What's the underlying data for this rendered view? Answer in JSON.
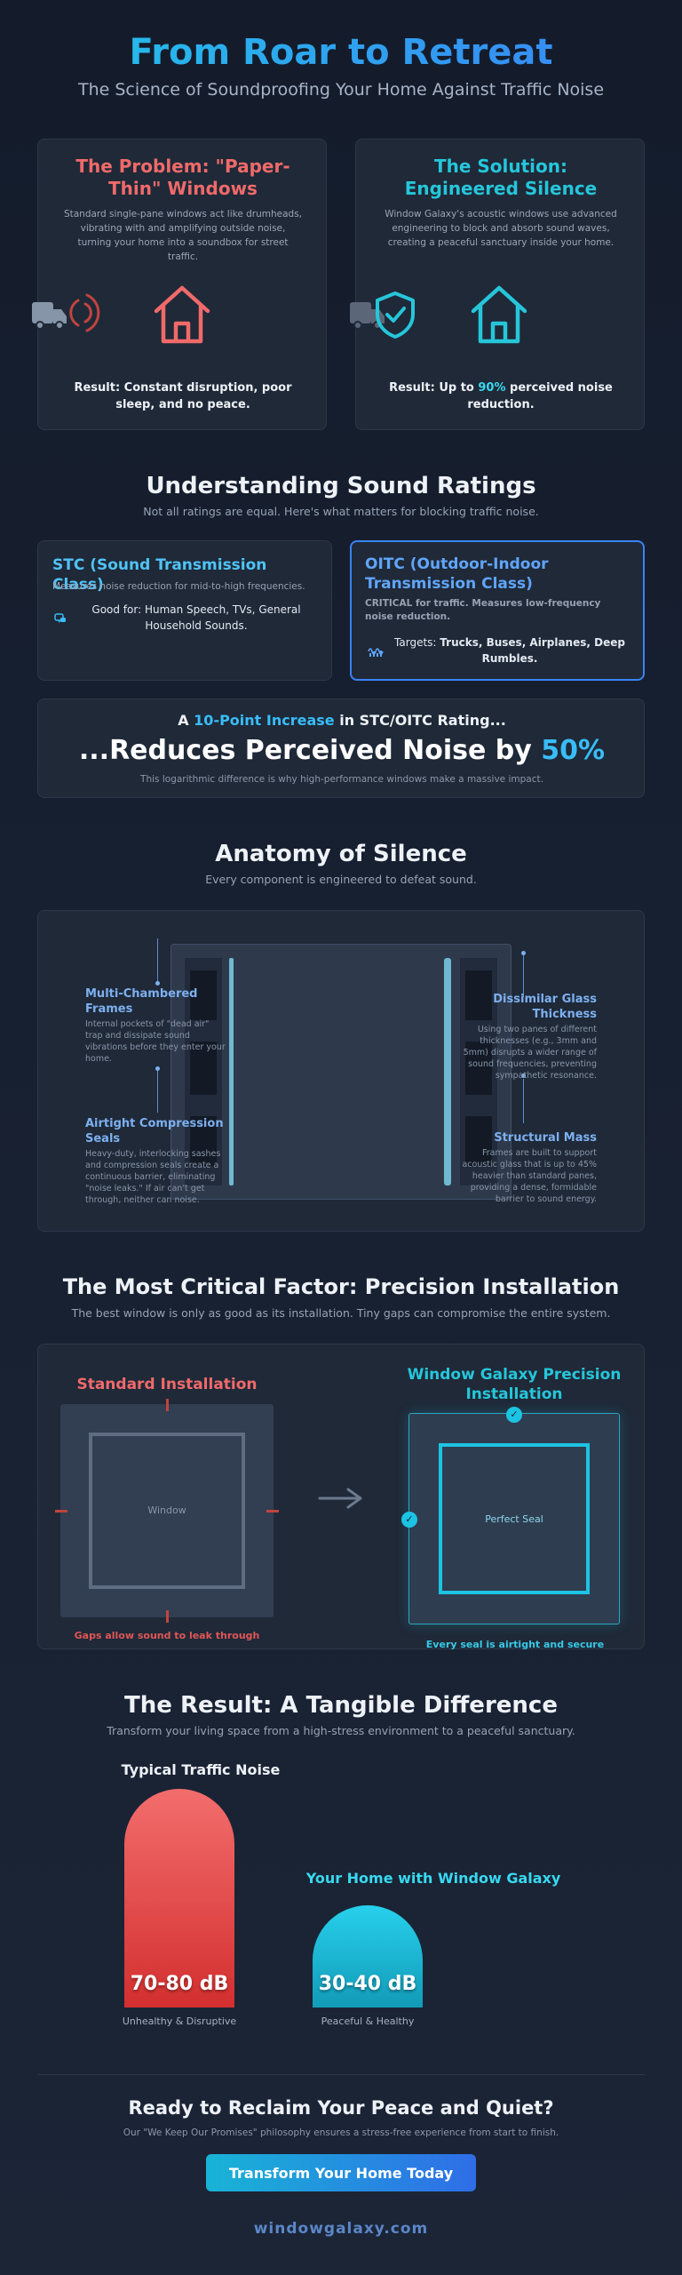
{
  "header": {
    "title": "From Roar to Retreat",
    "subtitle": "The Science of Soundproofing Your Home Against Traffic Noise"
  },
  "problem": {
    "title": "The Problem: \"Paper-Thin\" Windows",
    "description": "Standard single-pane windows act like drumheads, vibrating with and amplifying outside noise, turning your home into a soundbox for street traffic.",
    "result": "Result: Constant disruption, poor sleep, and no peace.",
    "icons": [
      "truck-icon",
      "sound-waves-icon",
      "house-icon"
    ]
  },
  "solution": {
    "title": "The Solution: Engineered Silence",
    "description": "Window Galaxy's acoustic windows use advanced engineering to block and absorb sound waves, creating a peaceful sanctuary inside your home.",
    "result_prefix": "Result: Up to",
    "result_highlight": "90%",
    "result_suffix": "perceived noise reduction.",
    "icons": [
      "truck-icon",
      "shield-check-icon",
      "house-icon"
    ]
  },
  "ratings": {
    "title": "Understanding Sound Ratings",
    "subtitle": "Not all ratings are equal. Here's what matters for blocking traffic noise.",
    "stc": {
      "title": "STC (Sound Transmission Class)",
      "description": "Measures noise reduction for mid-to-high frequencies.",
      "good_for_label": "Good for:",
      "good_for_value": "Human Speech, TVs, General Household Sounds.",
      "icon": "speech-icon"
    },
    "oitc": {
      "title": "OITC (Outdoor-Indoor Transmission Class)",
      "description": "CRITICAL for traffic. Measures low-frequency noise reduction.",
      "targets_label": "Targets:",
      "targets_value": "Trucks, Buses, Airplanes, Deep Rumbles.",
      "icon": "low-frequency-wave-icon"
    }
  },
  "increase": {
    "line1_prefix": "A",
    "line1_highlight": "10-Point Increase",
    "line1_suffix": "in STC/OITC Rating...",
    "line2_prefix": "...Reduces Perceived Noise by",
    "line2_highlight": "50%",
    "note": "This logarithmic difference is why high-performance windows make a massive impact."
  },
  "anatomy": {
    "title": "Anatomy of Silence",
    "subtitle": "Every component is engineered to defeat sound.",
    "features": [
      {
        "label": "Multi-Chambered Frames",
        "description": "Internal pockets of \"dead air\" trap and dissipate sound vibrations before they enter your home."
      },
      {
        "label": "Airtight Compression Seals",
        "description": "Heavy-duty, interlocking sashes and compression seals create a continuous barrier, eliminating \"noise leaks.\" If air can't get through, neither can noise."
      },
      {
        "label": "Dissimilar Glass Thickness",
        "description": "Using two panes of different thicknesses (e.g., 3mm and 5mm) disrupts a wider range of sound frequencies, preventing sympathetic resonance."
      },
      {
        "label": "Structural Mass",
        "description": "Frames are built to support acoustic glass that is up to 45% heavier than standard panes, providing a dense, formidable barrier to sound energy."
      }
    ]
  },
  "installation": {
    "title": "The Most Critical Factor: Precision Installation",
    "subtitle": "The best window is only as good as its installation. Tiny gaps can compromise the entire system.",
    "standard": {
      "title": "Standard Installation",
      "window_label": "Window",
      "caption": "Gaps allow sound to leak through"
    },
    "precision": {
      "title": "Window Galaxy Precision Installation",
      "window_label": "Perfect Seal",
      "caption": "Every seal is airtight and secure"
    }
  },
  "result": {
    "title": "The Result: A Tangible Difference",
    "subtitle": "Transform your living space from a high-stress environment to a peaceful sanctuary.",
    "typical": {
      "title": "Typical Traffic Noise",
      "value": "70-80 dB",
      "caption": "Unhealthy & Disruptive",
      "level": 75,
      "color": "#e53935"
    },
    "galaxy": {
      "title": "Your Home with Window Galaxy",
      "value": "30-40 dB",
      "caption": "Peaceful & Healthy",
      "level": 35,
      "color": "#1cc4e4"
    }
  },
  "cta": {
    "title": "Ready to Reclaim Your Peace and Quiet?",
    "subtitle": "Our \"We Keep Our Promises\" philosophy ensures a stress-free experience from start to finish.",
    "button_label": "Transform Your Home Today",
    "website": "windowgalaxy.com"
  },
  "colors": {
    "problem_accent": "#f06a6a",
    "solution_accent": "#26c6da",
    "highlight": "#38bdf8",
    "oitc_border": "#3b82f6"
  }
}
